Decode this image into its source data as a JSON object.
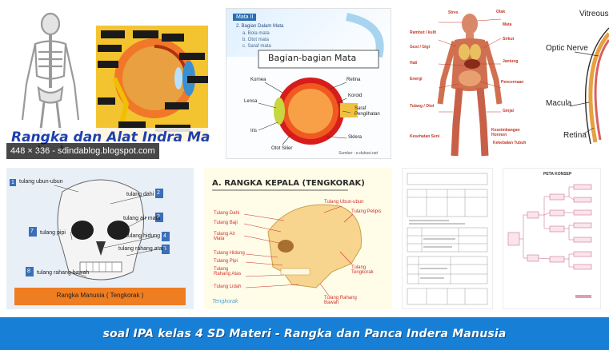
{
  "results": [
    {
      "id": "skeleton-eye",
      "overlay_title": "Rangka dan Alat Indra Manusia",
      "badge": "448 × 336 - sdindablog.blogspot.com"
    },
    {
      "id": "eye-parts",
      "chapter": "Mata II",
      "list_title": "2.  Bagian Dalam Mata",
      "list_items": [
        "a.  Bola mata",
        "b.  Otot mata",
        "c.  Saraf mata"
      ],
      "diagram_title": "Bagian-bagian Mata",
      "labels": [
        "Kornea",
        "Retina",
        "Lensa",
        "Koroid",
        "Saraf Penglihatan",
        "Iris",
        "Sklera",
        "Otot Silier"
      ],
      "source": "Sumber : e-dukasi.net"
    },
    {
      "id": "body-organs",
      "labels": [
        "Stres",
        "Otak",
        "Mata",
        "Rambut / kulit",
        "Gusi / Gigi",
        "Hati",
        "Energi",
        "Tulang / Otot",
        "Kesehatan Seni",
        "Sirkut",
        "Jantung",
        "Pencernaan",
        "Ginjal",
        "Keseimbangan Hormon",
        "Kekebalan Tubuh"
      ]
    },
    {
      "id": "eye-closeup",
      "labels": [
        "Vitreous",
        "Optic Nerve",
        "Macula",
        "Retina"
      ]
    },
    {
      "id": "skull-front",
      "labels": [
        "tulang ubun-ubun",
        "tulang dahi",
        "tulang air mata",
        "tulang pipi",
        "tulang hidung",
        "tulang rahang atas",
        "tulang rahang bawah"
      ],
      "numbers": [
        "1",
        "2",
        "3",
        "7",
        "4",
        "5",
        "8"
      ],
      "caption": "Rangka Manusia ( Tengkorak )"
    },
    {
      "id": "skull-side",
      "heading": "A. RANGKA KEPALA (TENGKORAK)",
      "labels": [
        "Tulang Ubun-ubun",
        "Tulang Dahi",
        "Tulang Baji",
        "Tulang Pelipis",
        "Tulang Air Mata",
        "Tulang Hidung",
        "Tulang Pipi",
        "Tulang Rahang Atas",
        "Tulang Lidah",
        "Tulang Tengkorak",
        "Tulang Rahang Bawah"
      ],
      "watermark": "Tengkorak"
    },
    {
      "id": "worksheet"
    },
    {
      "id": "concept-map",
      "title": "PETA KONSEP"
    }
  ],
  "footer": {
    "caption": "soal IPA kelas 4 SD Materi - Rangka dan Panca Indera Manusia"
  },
  "colors": {
    "footer_bg": "#1780d6",
    "title_blue": "#1f3fae"
  }
}
